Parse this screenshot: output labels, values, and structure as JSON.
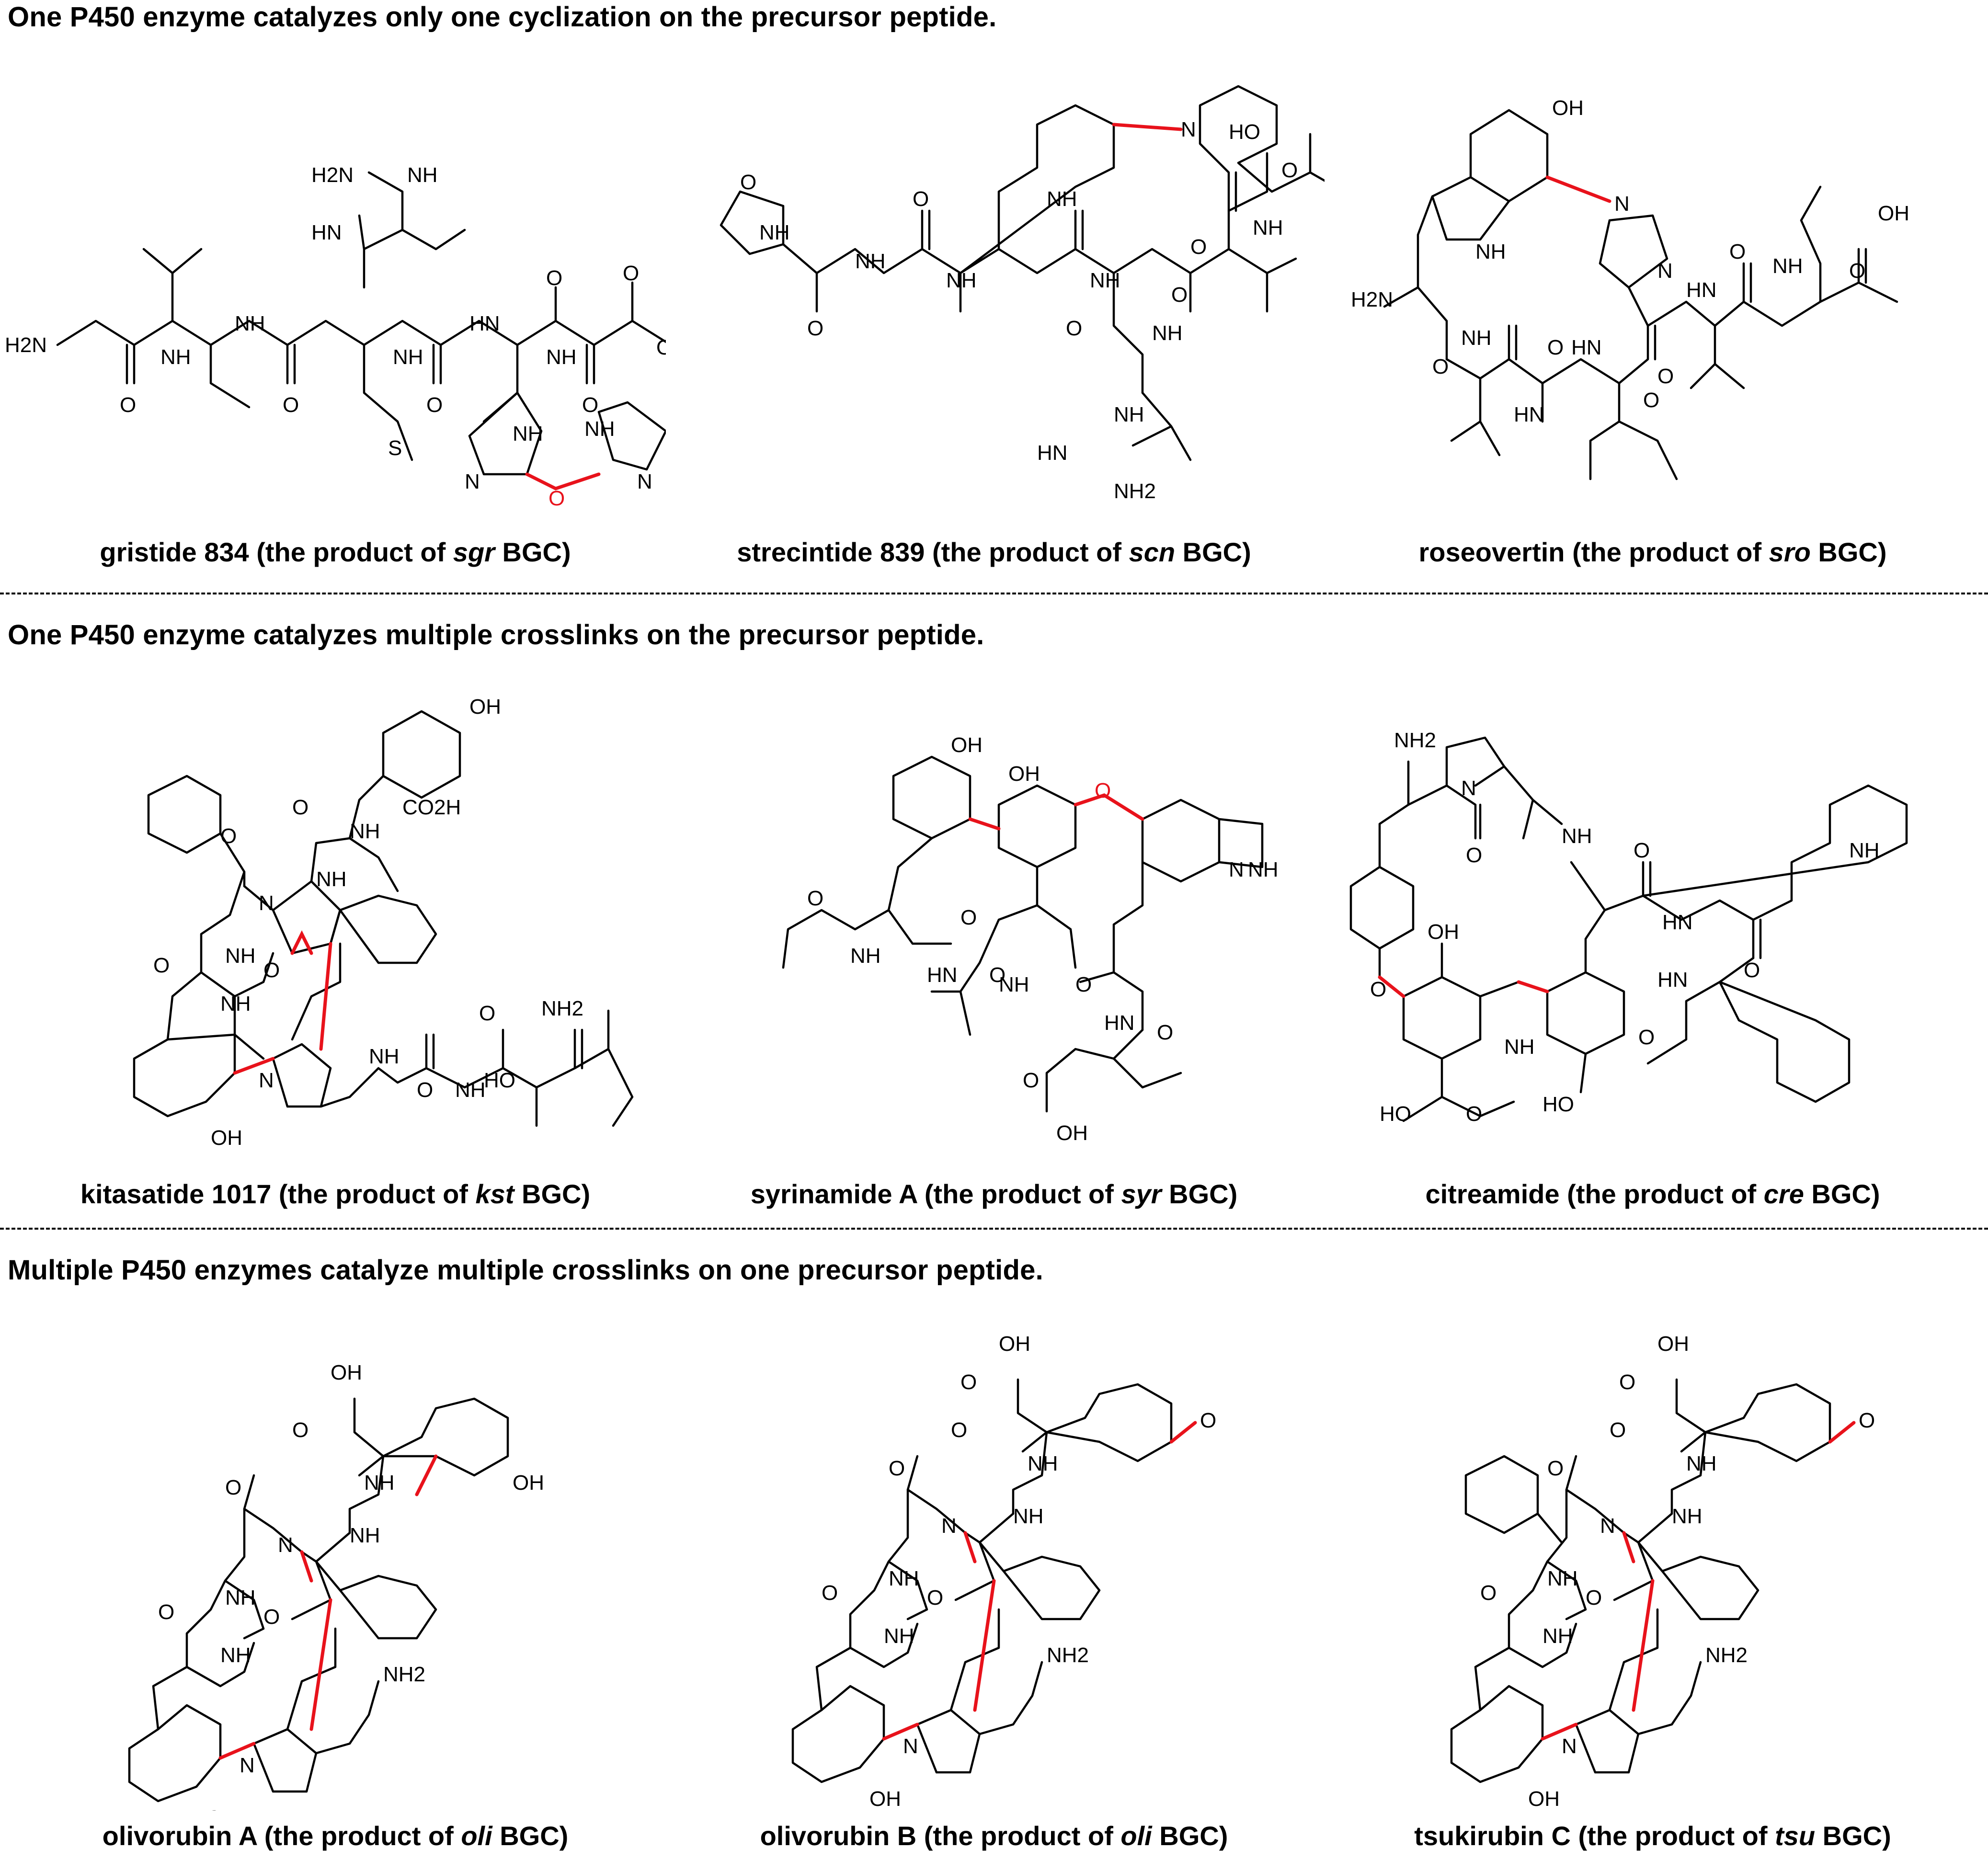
{
  "sections": [
    {
      "heading": "One P450 enzyme catalyzes only one cyclization on the precursor peptide.",
      "panels": [
        {
          "name": "gristide 834",
          "prefix": " (the product of ",
          "bgc": "sgr",
          "suffix": " BGC)",
          "labels": [
            "H2N",
            "O",
            "NH",
            "O",
            "NH",
            "O",
            "NH",
            "O",
            "HN",
            "O",
            "NH",
            "O",
            "OH",
            "NH",
            "NH",
            "N",
            "O",
            "N",
            "S",
            "H2N",
            "NH",
            "HN"
          ]
        },
        {
          "name": "strecintide 839",
          "prefix": " (the product of ",
          "bgc": "scn",
          "suffix": " BGC)",
          "labels": [
            "O",
            "NH",
            "O",
            "NH",
            "O",
            "NH",
            "NH",
            "O",
            "N",
            "HO",
            "O",
            "NH",
            "O",
            "NH",
            "O",
            "NH",
            "NH",
            "HN",
            "NH2"
          ]
        },
        {
          "name": "roseovertin",
          "prefix": " (the product of ",
          "bgc": "sro",
          "suffix": " BGC)",
          "labels": [
            "OH",
            "NH",
            "N",
            "N",
            "OH",
            "O",
            "NH",
            "O",
            "HN",
            "H2N",
            "O",
            "NH",
            "O",
            "HN",
            "O",
            "HN",
            "O"
          ]
        }
      ]
    },
    {
      "heading": "One P450 enzyme catalyzes multiple crosslinks on the precursor peptide.",
      "panels": [
        {
          "name": "kitasatide 1017",
          "prefix": " (the product of ",
          "bgc": "kst",
          "suffix": " BGC)",
          "labels": [
            "OH",
            "O",
            "NH",
            "CO2H",
            "O",
            "N",
            "NH",
            "NH",
            "O",
            "O",
            "NH",
            "N",
            "OH",
            "NH",
            "O",
            "NH",
            "O",
            "NH2",
            "HO"
          ]
        },
        {
          "name": "syrinamide A",
          "prefix": " (the product of ",
          "bgc": "syr",
          "suffix": " BGC)",
          "labels": [
            "OH",
            "OH",
            "O",
            "NH",
            "O",
            "NH",
            "O",
            "HN",
            "O",
            "NH",
            "N",
            "O",
            "O",
            "HN",
            "O",
            "OH"
          ]
        },
        {
          "name": "citreamide",
          "prefix": " (the product of ",
          "bgc": "cre",
          "suffix": " BGC)",
          "labels": [
            "NH2",
            "N",
            "O",
            "NH",
            "O",
            "NH",
            "O",
            "OH",
            "HN",
            "HO",
            "O",
            "HN",
            "O",
            "NH",
            "HO",
            "O"
          ]
        }
      ]
    },
    {
      "heading": "Multiple P450 enzymes catalyze multiple crosslinks on one precursor peptide.",
      "panels": [
        {
          "name": "olivorubin A",
          "prefix": " (the product of ",
          "bgc": "oli",
          "suffix": " BGC)",
          "labels": [
            "OH",
            "O",
            "NH",
            "OH",
            "O",
            "N",
            "NH",
            "NH",
            "O",
            "O",
            "NH",
            "N",
            "NH2",
            "OH"
          ]
        },
        {
          "name": "olivorubin B",
          "prefix": " (the product of ",
          "bgc": "oli",
          "suffix": " BGC)",
          "labels": [
            "OH",
            "O",
            "O",
            "NH",
            "O",
            "O",
            "N",
            "NH",
            "NH",
            "O",
            "O",
            "NH",
            "N",
            "NH2",
            "OH"
          ]
        },
        {
          "name": "tsukirubin C",
          "prefix": " (the product of ",
          "bgc": "tsu",
          "suffix": " BGC)",
          "labels": [
            "OH",
            "O",
            "O",
            "NH",
            "O",
            "O",
            "N",
            "NH",
            "NH",
            "O",
            "O",
            "NH",
            "N",
            "NH2",
            "OH"
          ]
        }
      ]
    }
  ]
}
